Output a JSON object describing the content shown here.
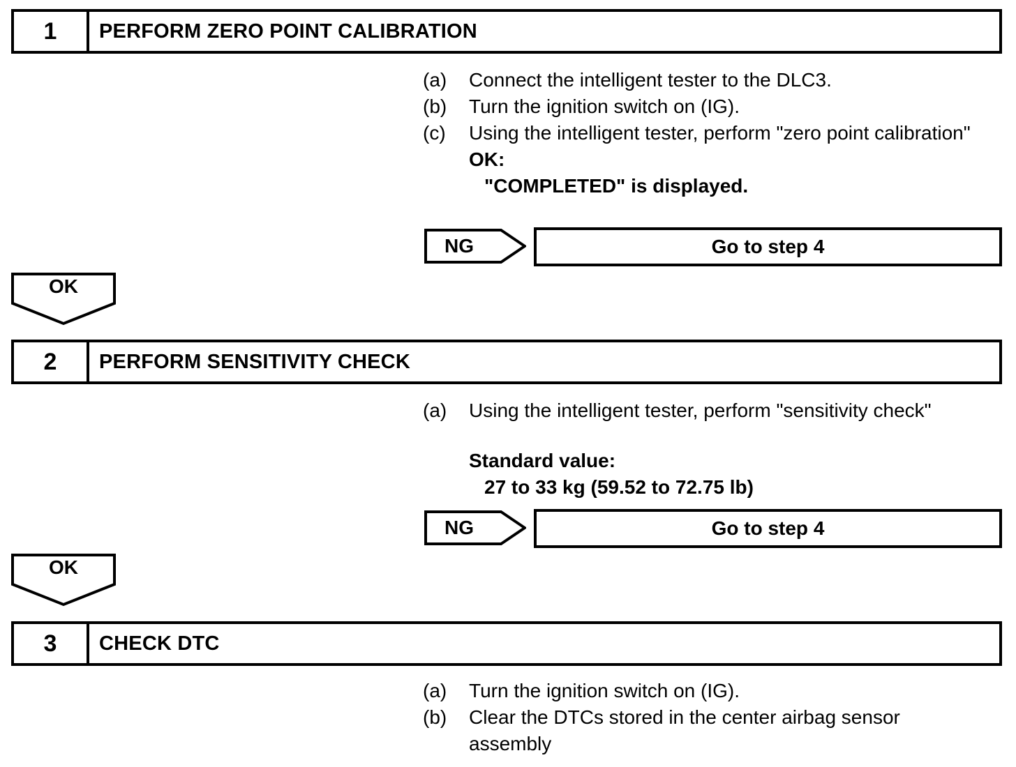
{
  "document": {
    "type": "diagnostic-flowchart",
    "title": "Airbag sensor diagnostic procedure"
  },
  "steps": [
    {
      "number": "1",
      "title": "PERFORM ZERO POINT CALIBRATION",
      "instructions": [
        {
          "label": "(a)",
          "text": "Connect the intelligent tester to the DLC3."
        },
        {
          "label": "(b)",
          "text": "Turn the ignition switch on (IG)."
        },
        {
          "label": "(c)",
          "text": "Using the intelligent tester, perform \"zero point calibration\""
        }
      ],
      "result_label": "OK:",
      "result_value": "\"COMPLETED\" is displayed.",
      "branch": {
        "condition": "NG",
        "target": "Go to step 4"
      },
      "pass": "OK"
    },
    {
      "number": "2",
      "title": "PERFORM SENSITIVITY CHECK",
      "instructions": [
        {
          "label": "(a)",
          "text": "Using the intelligent tester, perform \"sensitivity check\""
        }
      ],
      "result_label": "Standard value:",
      "result_value": "27 to 33 kg (59.52 to 72.75 lb)",
      "branch": {
        "condition": "NG",
        "target": "Go to step 4"
      },
      "pass": "OK"
    },
    {
      "number": "3",
      "title": "CHECK DTC",
      "instructions": [
        {
          "label": "(a)",
          "text": "Turn the ignition switch on (IG)."
        },
        {
          "label": "(b)",
          "text": "Clear the DTCs stored in the center airbag sensor assembly"
        }
      ]
    }
  ],
  "colors": {
    "line": "#000000",
    "background": "#ffffff",
    "text": "#000000"
  }
}
